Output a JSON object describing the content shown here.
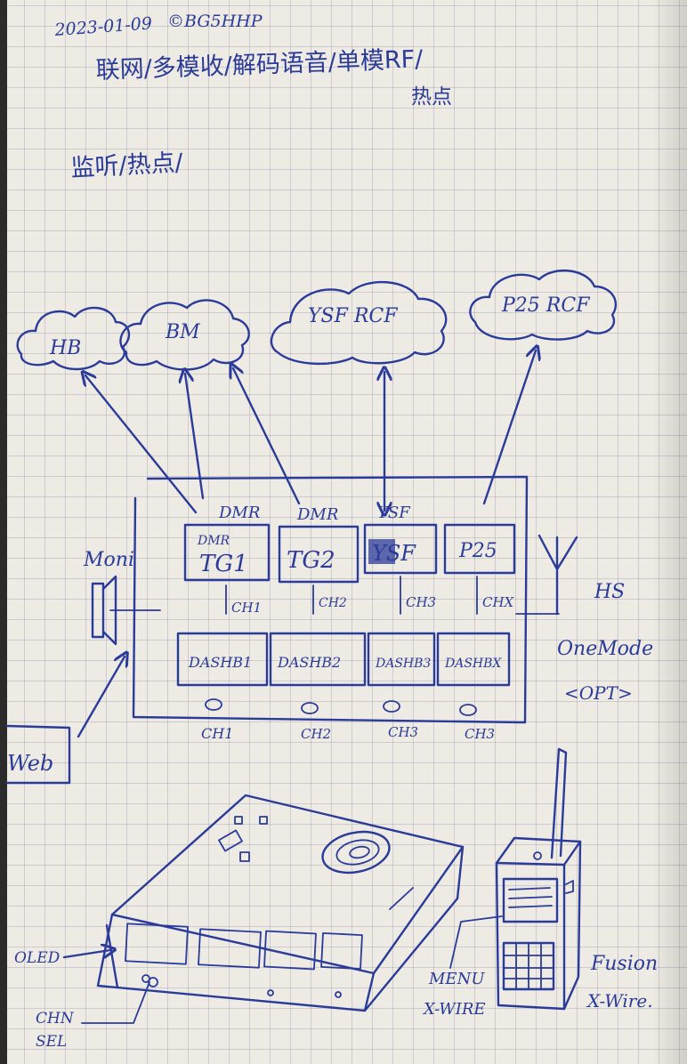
{
  "header": {
    "date": "2023-01-09",
    "author": "©BG5HHP",
    "features_line1": "联网/多模收/解码语音/单模RF/",
    "features_line1b": "热点",
    "features_line2": "监听/热点/"
  },
  "networks": {
    "hb": "HB",
    "bm": "BM",
    "ysf_ref": "YSF RCF",
    "p25_ref": "P25 RCF"
  },
  "channels": {
    "tg1_mode": "DMR",
    "tg1_inner_mode": "DMR",
    "tg1_label": "TG1",
    "tg2_mode": "DMR",
    "tg2_label": "TG2",
    "ysf_mode": "YSF",
    "ysf_label": "YSF",
    "p25_label": "P25",
    "ch1": "CH1",
    "ch2": "CH2",
    "ch3": "CH3",
    "chx": "CHX"
  },
  "dash": {
    "d1": "DASHB1",
    "d2": "DASHB2",
    "d3": "DASHB3",
    "dx": "DASHBX"
  },
  "knobs": {
    "k1": "CH1",
    "k2": "CH2",
    "k3": "CH3",
    "k4": "CH3"
  },
  "labels": {
    "moni": "Moni",
    "hs": "HS",
    "onemode": "OneMode",
    "opt": "<OPT>",
    "web": "Web",
    "oled": "OLED",
    "chn": "CHN",
    "sel": "SEL",
    "menu": "MENU",
    "xwire_left": "X-WIRE",
    "fusion": "Fusion",
    "xwire_right": "X-Wire."
  },
  "colors": {
    "ink": "#2b3b9a",
    "paper": "#eeebe4"
  }
}
